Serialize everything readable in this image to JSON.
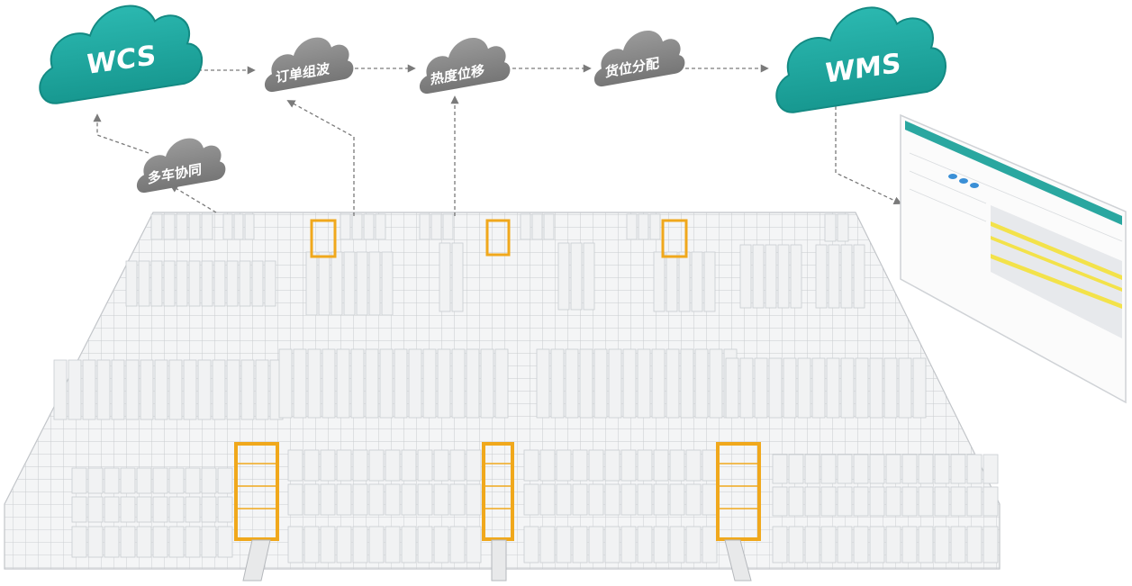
{
  "clouds": {
    "wcs": {
      "label": "WCS",
      "color": "#21aaa3"
    },
    "wms": {
      "label": "WMS",
      "color": "#21aaa3"
    },
    "order_wave": {
      "label": "订单组波",
      "color": "#8a8a8a"
    },
    "heat_shift": {
      "label": "热度位移",
      "color": "#8a8a8a"
    },
    "slot_allocation": {
      "label": "货位分配",
      "color": "#8a8a8a"
    },
    "multi_vehicle": {
      "label": "多车协同",
      "color": "#8a8a8a"
    }
  },
  "colors": {
    "rack": "#c9ccd0",
    "box": "#f1f2f3",
    "lift": "#f0a81c",
    "connector": "#8a8a8a"
  },
  "screen": {
    "accent": "#2aa7a0",
    "highlight": "#f3e24a"
  }
}
